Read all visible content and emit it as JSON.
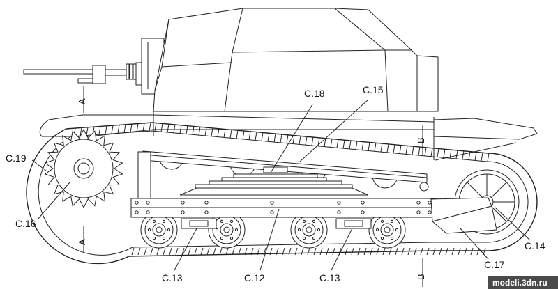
{
  "labels": {
    "c18": "C.18",
    "c15": "C.15",
    "c19": "C.19",
    "c16": "C.16",
    "c14": "C.14",
    "c17": "C.17",
    "c13_left": "C.13",
    "c12": "C.12",
    "c13_right": "C.13"
  },
  "sections": {
    "a_top": "A",
    "a_bottom": "A",
    "b_top": "B",
    "b_bottom": "B"
  },
  "watermark": "modeli.3dn.ru"
}
